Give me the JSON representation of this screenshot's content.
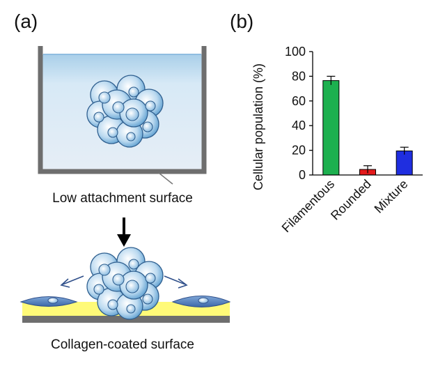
{
  "figure": {
    "panel_a_label": "(a)",
    "panel_b_label": "(b)",
    "caption_low": "Low attachment surface",
    "caption_collagen": "Collagen-coated surface"
  },
  "chart_data": {
    "type": "bar",
    "categories": [
      "Filamentous",
      "Rounded",
      "Mixture"
    ],
    "values": [
      76.5,
      4.5,
      19.5
    ],
    "errors": [
      3.5,
      3.0,
      3.0
    ],
    "colors": [
      "#1db04f",
      "#e41a1c",
      "#1f2ee0"
    ],
    "ylabel": "Cellular  population  (%)",
    "ylim": [
      0,
      100
    ],
    "yticks": [
      "0",
      "20",
      "40",
      "60",
      "80",
      "100"
    ],
    "grid": false
  }
}
